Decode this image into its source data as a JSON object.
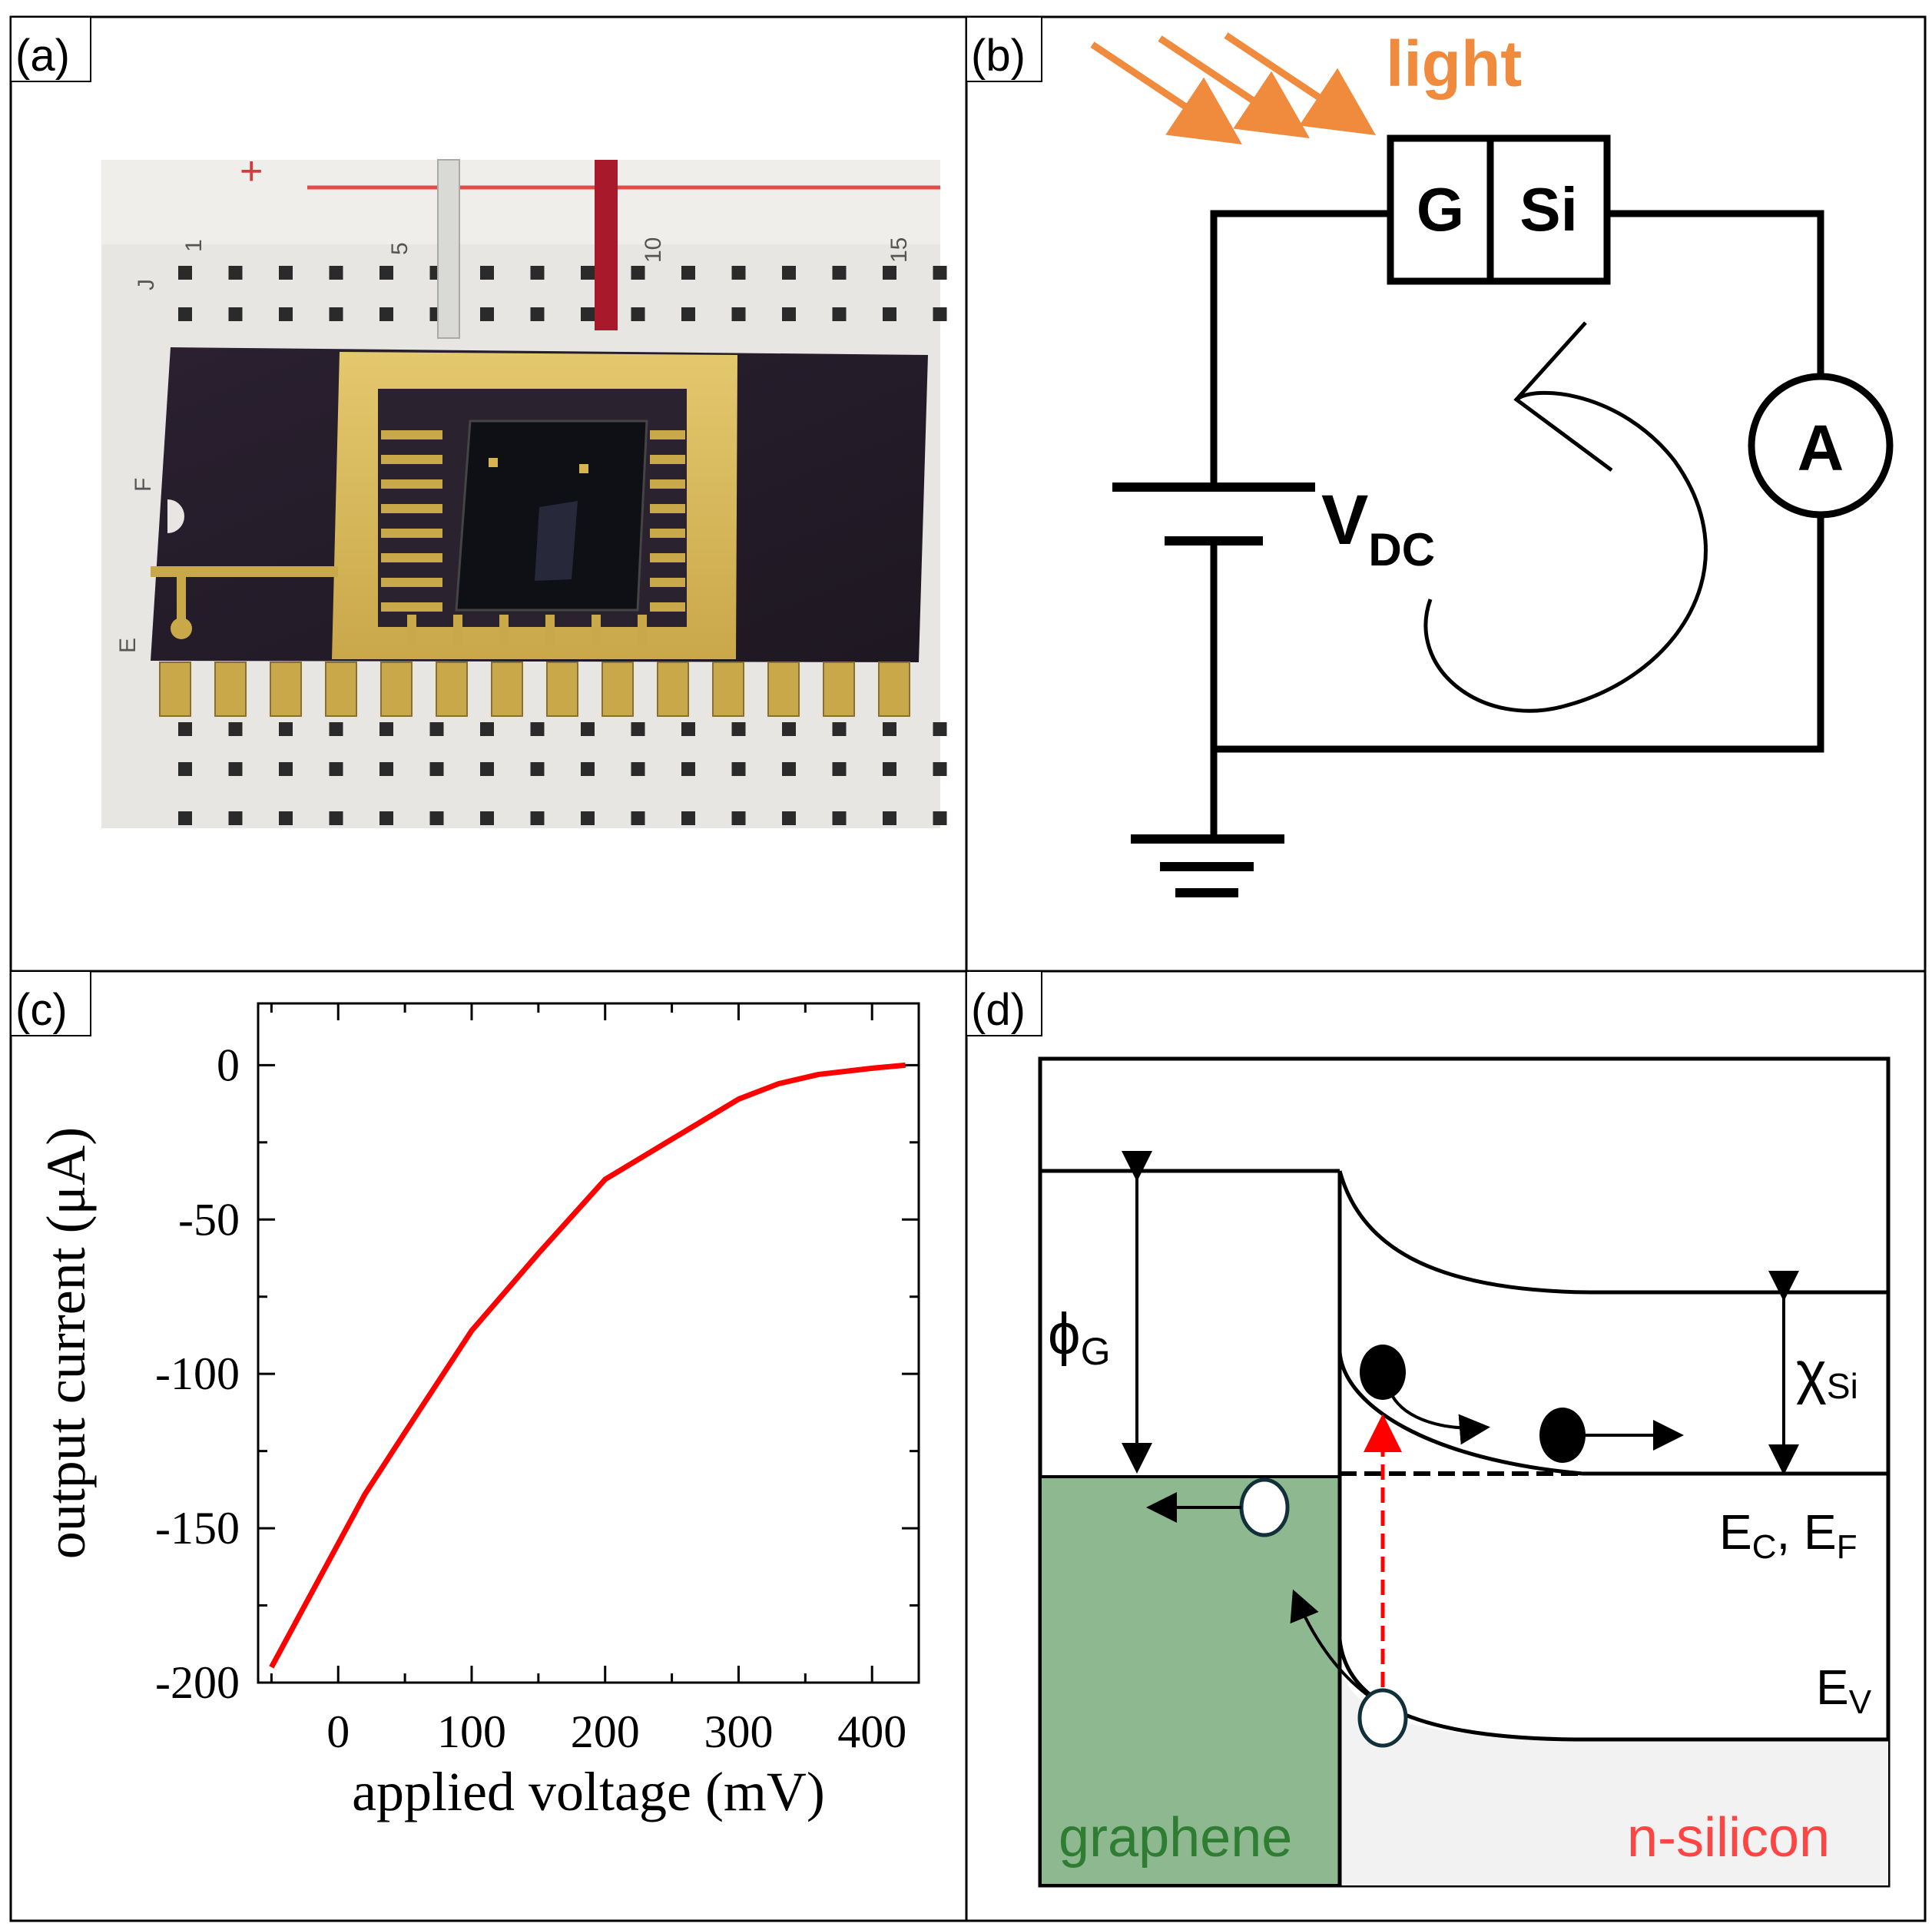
{
  "panels": {
    "a": {
      "label": "(a)"
    },
    "b": {
      "label": "(b)"
    },
    "c": {
      "label": "(c)"
    },
    "d": {
      "label": "(d)"
    }
  },
  "photo": {
    "breadboard_marks": [
      "+",
      "1",
      "5",
      "10",
      "15",
      "J",
      "F",
      "E"
    ]
  },
  "circuit": {
    "light_label": "light",
    "graphene_label": "G",
    "silicon_label": "Si",
    "ammeter_label": "A",
    "voltage_main": "V",
    "voltage_sub": "DC"
  },
  "band_diagram": {
    "phi_main": "ϕ",
    "phi_sub": "G",
    "chi_main": "χ",
    "chi_sub": "Si",
    "ec_main": "E",
    "ec_sub": "C",
    "ef_sep": ", E",
    "ef_sub": "F",
    "ev_main": "E",
    "ev_sub": "V",
    "left_label": "graphene",
    "right_label": "n-silicon"
  },
  "chart_data": {
    "type": "line",
    "xlabel": "applied voltage (mV)",
    "ylabel": "output current (μA)",
    "xlim": [
      -60,
      435
    ],
    "ylim": [
      -200,
      20
    ],
    "xticks": [
      0,
      100,
      200,
      300,
      400
    ],
    "yticks": [
      0,
      -50,
      -100,
      -150,
      -200
    ],
    "series": [
      {
        "color": "#ff0000",
        "x": [
          -50,
          0,
          20,
          50,
          100,
          150,
          200,
          250,
          300,
          330,
          360,
          400,
          425
        ],
        "y": [
          -195,
          -155,
          -139,
          -119,
          -86,
          -61,
          -37,
          -24,
          -11,
          -6,
          -3,
          -1,
          0
        ]
      }
    ]
  },
  "colors": {
    "light": "#f08a3c",
    "graphene_fill": "#8db890",
    "graphene_text": "#2e7d32",
    "silicon_text": "#ff4444",
    "silicon_fill": "#f2f2f2",
    "excitation": "#ff0000",
    "curve": "#ff0000"
  }
}
